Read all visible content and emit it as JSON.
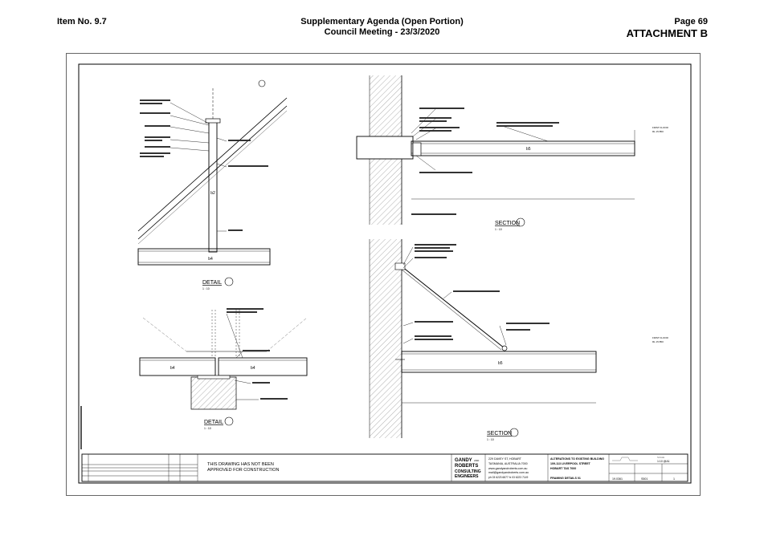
{
  "header": {
    "item_no": "Item No. 9.7",
    "agenda_title": "Supplementary Agenda (Open Portion)",
    "meeting": "Council Meeting - 23/3/2020",
    "page": "Page 69",
    "attachment": "ATTACHMENT B"
  },
  "drawing": {
    "detail_a": {
      "title": "DETAIL",
      "scale": "1 : 10",
      "member": "b4",
      "post": "b2"
    },
    "detail_b": {
      "title": "DETAIL",
      "scale": "1 : 10",
      "member_left": "b4",
      "member_right": "b4"
    },
    "section_a": {
      "title": "SECTION",
      "scale": "1 : 10",
      "member": "b5",
      "grid": "FIRST FLOOR",
      "level": "RL 15.850"
    },
    "section_b": {
      "title": "SECTION",
      "scale": "1 : 10",
      "member": "b5",
      "grid": "FIRST FLOOR",
      "level": "RL 15.850"
    }
  },
  "title_block": {
    "approval_line1": "THIS DRAWING HAS NOT BEEN",
    "approval_line2": "APPROVED FOR CONSTRUCTION",
    "firm_line1": "GANDY",
    "firm_and": "AND",
    "firm_line2": "ROBERTS",
    "firm_line3": "CONSULTING",
    "firm_line4": "ENGINEERS",
    "address1": "229 DAVEY ST, HOBART",
    "address2": "TASMANIA, AUSTRALIA 7000",
    "web": "www.gandyandroberts.com.au",
    "email": "mail@gandyandroberts.com.au",
    "phone": "ph 03 6223 6877   fx 03 6223 7149",
    "project1": "ALTERATIONS TO EXISTING BUILDING",
    "project2": "109-113 LIVERPOOL STREET",
    "project3": "HOBART TAS 7000",
    "sheet_title": "FRAMING DETAILS 01",
    "scale_label": "SCALE",
    "scale_value": "1:10 @A1",
    "job_no": "19.0361",
    "drawing_no": "S501",
    "revision": "1"
  },
  "colors": {
    "ink": "#000000",
    "grey": "#888888",
    "hatch": "#9a9a9a"
  }
}
